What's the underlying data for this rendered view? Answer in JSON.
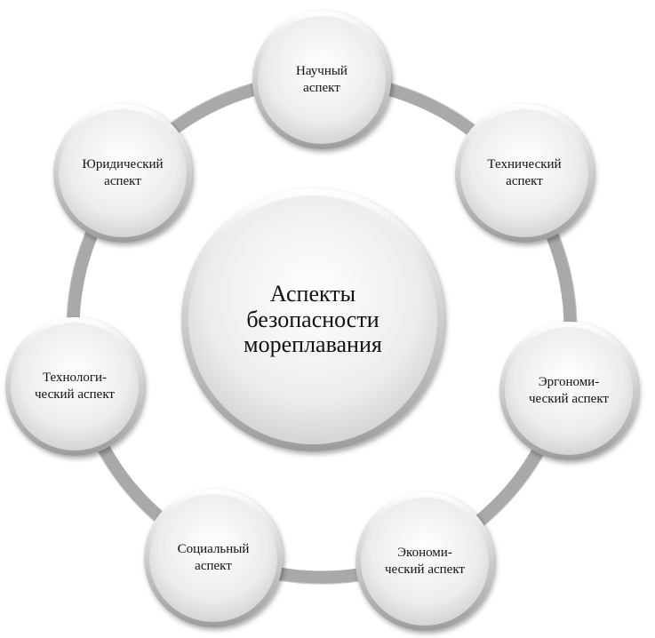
{
  "center": {
    "line1": "Аспекты",
    "line2": "безопасности",
    "line3": "мореплавания"
  },
  "nodes": [
    {
      "line1": "Научный",
      "line2": "аспект"
    },
    {
      "line1": "Технический",
      "line2": "аспект"
    },
    {
      "line1": "Эргономи-",
      "line2": "ческий аспект"
    },
    {
      "line1": "Экономи-",
      "line2": "ческий аспект"
    },
    {
      "line1": "Социальный",
      "line2": "аспект"
    },
    {
      "line1": "Технологи-",
      "line2": "ческий аспект"
    },
    {
      "line1": "Юридический",
      "line2": "аспект"
    }
  ],
  "colors": {
    "ring": "#a9a9a9",
    "node_fill": "#f2f2f2",
    "node_edge": "#9a9a9a"
  }
}
